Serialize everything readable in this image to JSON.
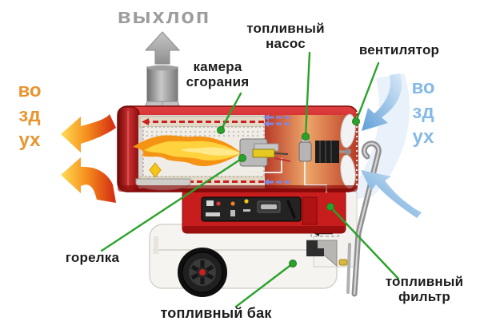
{
  "diagram": {
    "labels": {
      "exhaust": "выхлоп",
      "combustion_chamber": "камера\nсгорания",
      "fuel_pump": "топливный\nнасос",
      "fan": "вентилятор",
      "air_left": "воздух",
      "air_right": "воздух",
      "burner": "горелка",
      "fuel_tank": "топливный бак",
      "fuel_filter": "топливный\nфильтр"
    },
    "colors": {
      "label_text": "#1c1c1c",
      "exhaust_text": "#9c9c9c",
      "air_hot_text": "#e8952f",
      "air_cold_text": "#85b9e6",
      "leader_line": "#2aa22a",
      "body_red": "#c41c1c",
      "flame_yellow": "#ffcc33",
      "flame_orange": "#f59414",
      "hot_arrow_orange": "#f6921e",
      "cold_arrow_blue": "#5f9fd6"
    }
  }
}
